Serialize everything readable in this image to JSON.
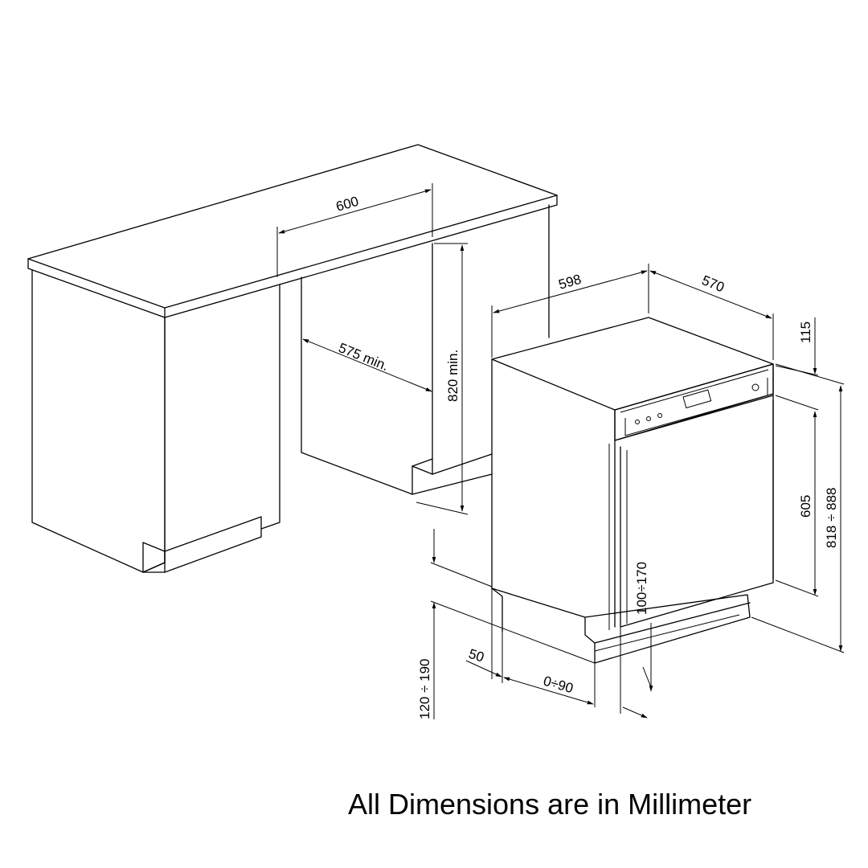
{
  "caption": "All Dimensions are in Millimeter",
  "dimensions": {
    "niche_width": "600",
    "niche_depth": "575 min.",
    "niche_height": "820 min.",
    "appliance_width": "598",
    "appliance_depth": "570",
    "panel_height": "115",
    "door_height": "605",
    "total_height": "818 ÷ 888",
    "plinth_height": "120 ÷ 190",
    "toe_height": "100÷170",
    "toe_depth": "50",
    "foot_adjust": "0÷90"
  },
  "colors": {
    "line": "#000000",
    "background": "#ffffff"
  }
}
